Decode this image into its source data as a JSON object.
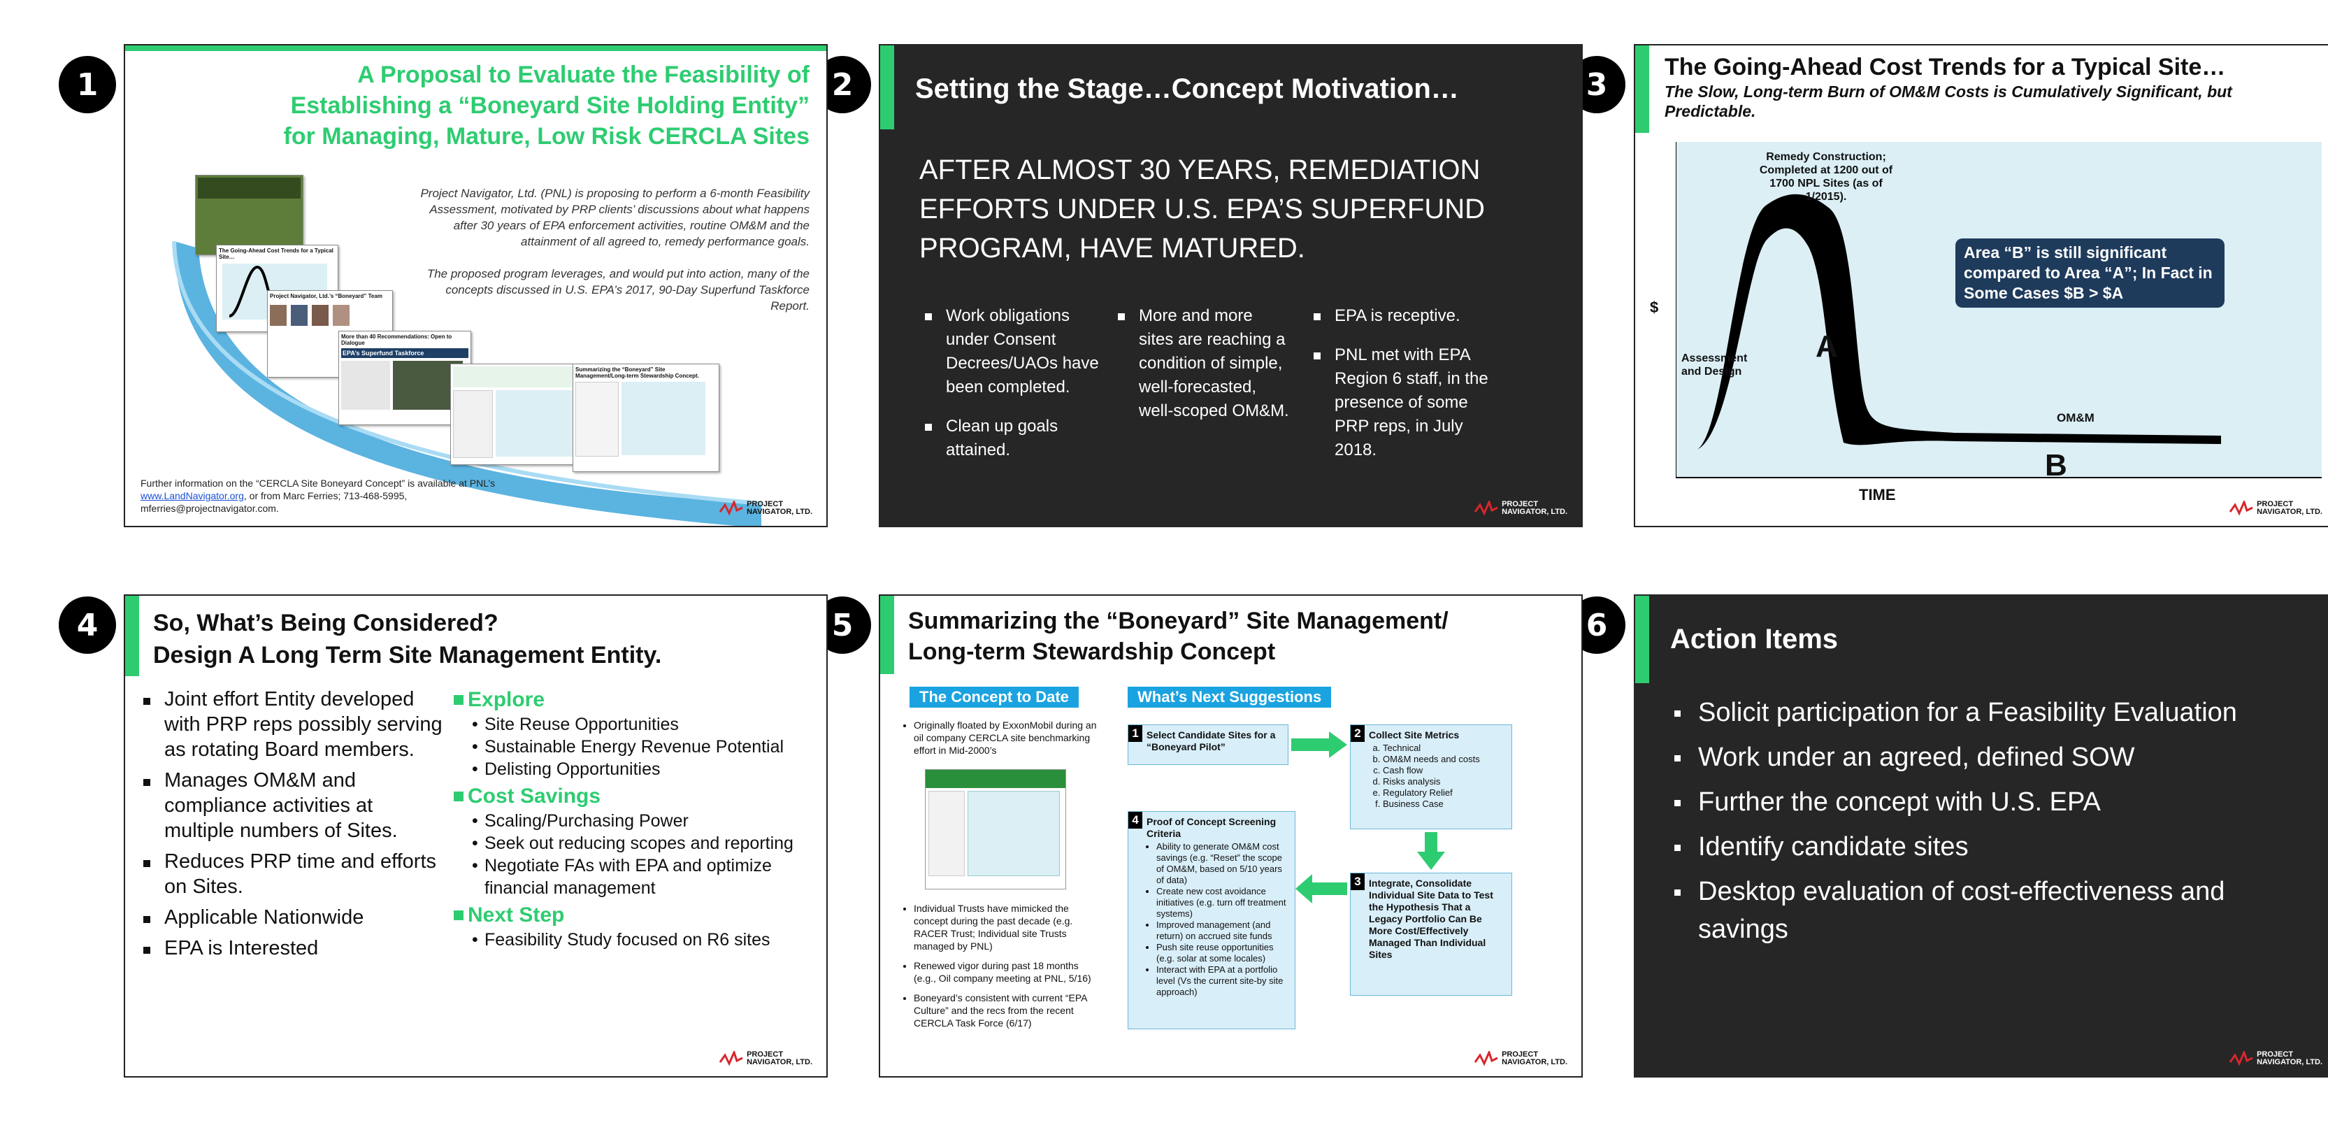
{
  "badges": [
    "1",
    "2",
    "3",
    "4",
    "5",
    "6"
  ],
  "logo": {
    "line1": "PROJECT",
    "line2": "NAVIGATOR, LTD."
  },
  "s1": {
    "title": "A Proposal to Evaluate the Feasibility of Establishing a “Boneyard Site Holding Entity” for Managing, Mature, Low Risk CERCLA Sites",
    "p1": "Project Navigator, Ltd. (PNL) is proposing to perform a 6-month Feasibility Assessment, motivated by PRP clients’ discussions about what happens after 30 years of EPA enforcement activities, routine OM&M and the attainment of all agreed to, remedy performance goals.",
    "p2": "The proposed program leverages, and would put into action, many of the concepts discussed in U.S. EPA’s 2017, 90-Day Superfund Taskforce Report.",
    "foot1": "Further information on the “CERCLA Site Boneyard Concept” is available at PNL’s ",
    "foot_link": "www.LandNavigator.org",
    "foot2": ", or from Marc Ferries; 713-468-5995, mferries@projectnavigator.com.",
    "thumbs": [
      "The Going-Ahead Cost Trends for a Typical Site…",
      "Project Navigator, Ltd.’s “Boneyard” Team",
      "More than 40 Recommendations: Open to Dialogue",
      "EPA’s Superfund Taskforce",
      "Summarizing the “Boneyard” Site Management/Long-term Stewardship Concept."
    ]
  },
  "s2": {
    "title": "Setting the Stage…Concept Motivation…",
    "lead": "AFTER ALMOST 30 YEARS, REMEDIATION EFFORTS UNDER U.S. EPA’S SUPERFUND PROGRAM, HAVE MATURED.",
    "col1": [
      "Work obligations under Consent Decrees/UAOs have been completed.",
      "Clean up goals attained."
    ],
    "col2": [
      "More and more sites are reaching a condition of simple, well-forecasted, well-scoped OM&M."
    ],
    "col3": [
      "EPA is receptive.",
      "PNL met with EPA Region 6 staff, in the presence of some PRP reps, in July 2018."
    ]
  },
  "s3": {
    "title": "The Going-Ahead Cost Trends for a Typical Site…",
    "subtitle": "The Slow, Long-term Burn of OM&M Costs is Cumulatively Significant, but Predictable.",
    "peak_label": "Remedy Construction; Completed at 1200 out of 1700 NPL Sites (as of 1/2015).",
    "area_a": "A",
    "area_b": "B",
    "assess": "Assessment and Design",
    "omm": "OM&M",
    "ylabel": "$",
    "xlabel": "TIME",
    "callout": "Area “B” is still significant compared to Area “A”; In Fact in Some Cases $B > $A"
  },
  "s4": {
    "title1": "So, What’s Being Considered?",
    "title2": "Design A Long Term Site Management Entity.",
    "left": [
      "Joint effort Entity developed with PRP reps possibly serving as rotating Board members.",
      "Manages OM&M and compliance activities at multiple numbers of Sites.",
      "Reduces PRP time and efforts on Sites.",
      "Applicable Nationwide",
      "EPA is Interested"
    ],
    "groups": [
      {
        "head": "Explore",
        "items": [
          "Site Reuse Opportunities",
          "Sustainable Energy Revenue Potential",
          "Delisting Opportunities"
        ]
      },
      {
        "head": "Cost Savings",
        "items": [
          "Scaling/Purchasing Power",
          "Seek out reducing scopes and reporting",
          "Negotiate FAs with EPA and optimize financial management"
        ]
      },
      {
        "head": "Next Step",
        "items": [
          "Feasibility Study focused on R6 sites"
        ]
      }
    ]
  },
  "s5": {
    "title1": "Summarizing the “Boneyard” Site Management/",
    "title2": "Long-term Stewardship Concept",
    "tag1": "The Concept to Date",
    "tag2": "What’s Next Suggestions",
    "left1": "Originally floated by ExxonMobil during an oil company CERCLA site benchmarking effort in Mid-2000’s",
    "left2": [
      "Individual Trusts have mimicked the concept during the past decade (e.g. RACER Trust; Individual site Trusts managed by PNL)",
      "Renewed vigor during past 18 months (e.g., Oil company meeting at PNL, 5/16)",
      "Boneyard’s consistent with current “EPA Culture” and the recs from the recent CERCLA Task Force (6/17)"
    ],
    "box1": {
      "num": "1",
      "text": "Select Candidate Sites for a “Boneyard Pilot”"
    },
    "box2": {
      "num": "2",
      "text": "Collect Site Metrics",
      "items": [
        "Technical",
        "OM&M needs and costs",
        "Cash flow",
        "Risks analysis",
        "Regulatory Relief",
        "Business Case"
      ]
    },
    "box3": {
      "num": "3",
      "text": "Integrate, Consolidate Individual Site Data to Test the Hypothesis That a Legacy Portfolio Can Be More Cost/Effectively Managed Than Individual Sites"
    },
    "box4": {
      "num": "4",
      "text": "Proof of Concept Screening Criteria",
      "items": [
        "Ability to generate OM&M cost savings (e.g. “Reset” the scope of OM&M, based on 5/10 years of data)",
        "Create new cost avoidance initiatives (e.g. turn off treatment systems)",
        "Improved management (and return) on accrued site funds",
        "Push site reuse opportunities (e.g. solar at some locales)",
        "Interact with EPA at a portfolio level (Vs the current site-by site approach)"
      ]
    }
  },
  "s6": {
    "title": "Action Items",
    "items": [
      "Solicit participation for a Feasibility Evaluation",
      "Work under an agreed, defined SOW",
      "Further the concept with U.S. EPA",
      "Identify candidate sites",
      "Desktop evaluation of cost-effectiveness and savings"
    ]
  },
  "colors": {
    "green": "#2ecc71",
    "dark": "#262626",
    "lightblue": "#dbeff5",
    "navy": "#1f3b5c",
    "tagblue": "#1aa3e0"
  }
}
